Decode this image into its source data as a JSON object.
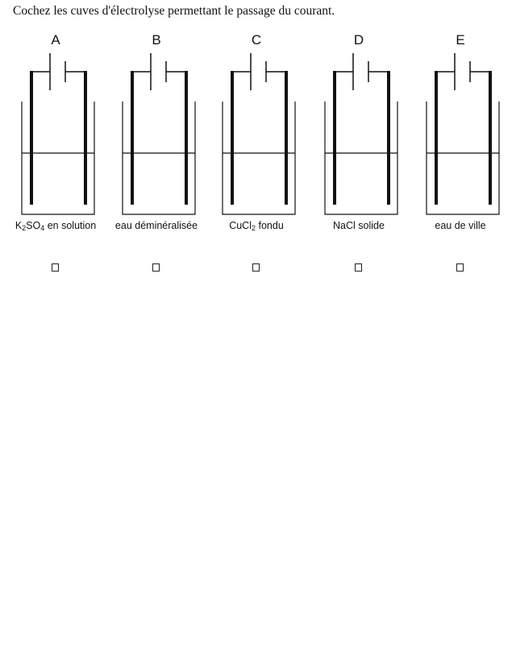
{
  "question": "Cochez les cuves d'électrolyse permettant le passage du courant.",
  "cells": [
    {
      "letter": "A",
      "caption_parts": [
        "K",
        "2",
        "SO",
        "4",
        " en solution"
      ],
      "checked": false
    },
    {
      "letter": "B",
      "caption_parts": [
        "eau déminéralisée"
      ],
      "checked": false
    },
    {
      "letter": "C",
      "caption_parts": [
        "CuCl",
        "2",
        " fondu"
      ],
      "checked": false
    },
    {
      "letter": "D",
      "caption_parts": [
        "NaCl solide"
      ],
      "checked": false
    },
    {
      "letter": "E",
      "caption_parts": [
        "eau de ville"
      ],
      "checked": false
    }
  ],
  "colors": {
    "ink": "#111111",
    "background": "#ffffff"
  }
}
